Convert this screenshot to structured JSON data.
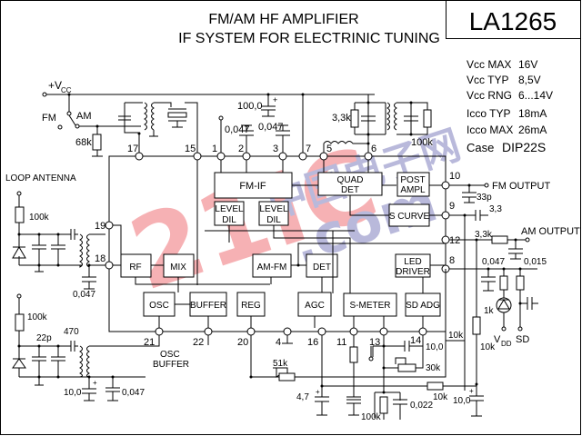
{
  "title": {
    "line1": "FM/AM HF AMPLIFIER",
    "line2": "IF SYSTEM FOR  ELECTRINIC  TUNING",
    "part_number": "LA1265"
  },
  "specs": [
    {
      "label": "Vcc MAX",
      "value": "16V"
    },
    {
      "label": "Vcc TYP",
      "value": "8,5V"
    },
    {
      "label": "Vcc RNG",
      "value": "6...14V"
    },
    {
      "label": "Icco TYP",
      "value": "18mA"
    },
    {
      "label": "Icco MAX",
      "value": "26mA"
    },
    {
      "label": "Case",
      "value": "DIP22S"
    }
  ],
  "blocks": {
    "fm_if": "FM-IF",
    "level_dil_1": [
      "LEVEL",
      "DIL"
    ],
    "level_dil_2": [
      "LEVEL",
      "DIL"
    ],
    "quad_det": [
      "QUAD",
      "DET"
    ],
    "post_ampl": [
      "POST",
      "AMPL"
    ],
    "s_curve": "S CURVE",
    "rf": "RF",
    "mix": "MIX",
    "am_fm": "AM-FM",
    "det": "DET",
    "led_driver": [
      "LED",
      "DRIVER"
    ],
    "osc": "OSC",
    "buffer": "BUFFER",
    "reg": "REG",
    "agc": "AGC",
    "s_meter": "S-METER",
    "sd_adg": "SD ADG"
  },
  "pins": {
    "p1": "1",
    "p2": "2",
    "p3": "3",
    "p4": "4",
    "p5": "5",
    "p6": "6",
    "p7": "7",
    "p8": "8",
    "p9": "9",
    "p10": "10",
    "p11": "11",
    "p12": "12",
    "p13": "13",
    "p14": "14",
    "p15": "15",
    "p16": "16",
    "p17": "17",
    "p18": "18",
    "p19": "19",
    "p20": "20",
    "p21": "21",
    "p22": "22"
  },
  "labels": {
    "vcc_plus": "+V",
    "vcc_sub": "CC",
    "fm": "FM",
    "am": "AM",
    "loop_antenna": "LOOP ANTENNA",
    "fm_output": "FM OUTPUT",
    "am_output": "AM OUTPUT",
    "osc_buffer_1": "OSC",
    "osc_buffer_2": "BUFFER",
    "vdd": "V",
    "vdd_sub": "DD",
    "sd": "SD"
  },
  "components": {
    "r_68k": "68k",
    "c_100_0": "100,0",
    "c_0047_a": "0,047",
    "c_0047_b": "0,047",
    "r_3_3k_top": "3,3k",
    "r_100k_top": "100k",
    "r_100k_ant": "100k",
    "c_0047_ant": "0,047",
    "r_100k_osc": "100k",
    "c_22p": "22p",
    "c_470": "470",
    "c_10_0_left": "10,0",
    "c_0047_left": "0,047",
    "c_33p": "33p",
    "c_3_3": "3,3",
    "r_3_3k_am": "3,3k",
    "c_0047_right": "0,047",
    "c_0015": "0,015",
    "r_1k": "1k",
    "r_10k_a": "10k",
    "r_10k_b": "10k",
    "r_10k_c": "10k",
    "r_51k": "51k",
    "c_4_7": "4,7",
    "c_10_0_p14": "10,0",
    "r_30k": "30k",
    "r_100k_bot": "100k",
    "c_0022": "0,022",
    "c_10_0_right": "10,0"
  },
  "watermark": {
    "text1": "21IC",
    "text2": "中国电子网",
    "text3": ".com"
  }
}
